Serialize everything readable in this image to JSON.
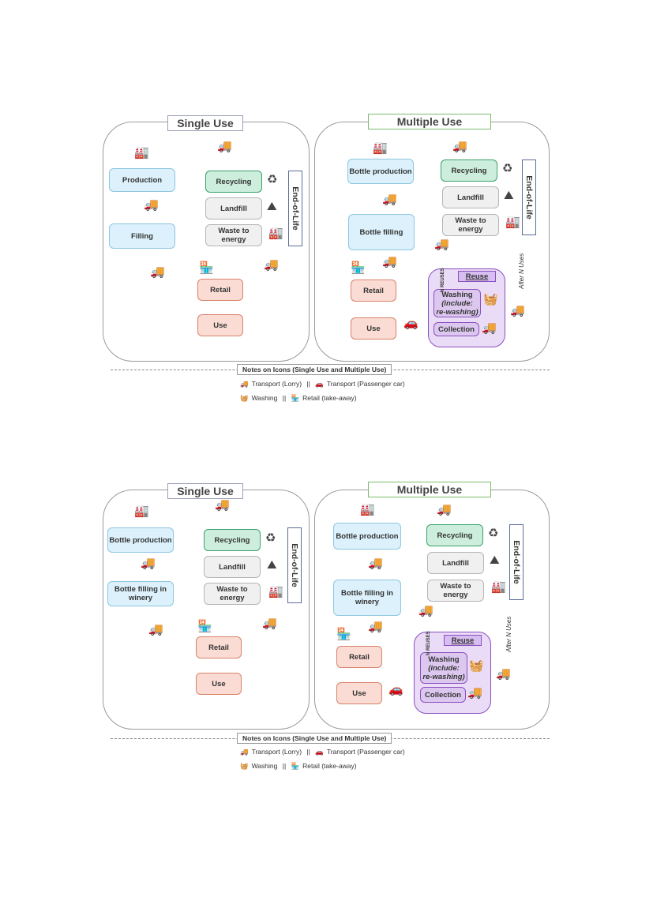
{
  "diagram_a": {
    "single_title": "Single Use",
    "multiple_title": "Multiple Use",
    "single": {
      "production": "Production",
      "filling": "Filling",
      "recycling": "Recycling",
      "landfill": "Landfill",
      "waste_to_energy": "Waste to energy",
      "end_of_life": "End-of-Life",
      "retail": "Retail",
      "use": "Use"
    },
    "multiple": {
      "bottle_production": "Bottle production",
      "bottle_filling": "Bottle filling",
      "recycling": "Recycling",
      "landfill": "Landfill",
      "waste_to_energy": "Waste to energy",
      "end_of_life": "End-of-Life",
      "retail": "Retail",
      "use": "Use",
      "reuse": "Reuse",
      "washing": "Washing",
      "washing_note_1": "(include:",
      "washing_note_2": "re-washing)",
      "collection": "Collection",
      "n_reuses": "N REUSES",
      "after_n_uses": "After N Uses"
    }
  },
  "diagram_b": {
    "single_title": "Single Use",
    "multiple_title": "Multiple Use",
    "single": {
      "bottle_production": "Bottle production",
      "bottle_filling": "Bottle filling in winery",
      "recycling": "Recycling",
      "landfill": "Landfill",
      "waste_to_energy": "Waste to energy",
      "end_of_life": "End-of-Life",
      "retail": "Retail",
      "use": "Use"
    },
    "multiple": {
      "bottle_production": "Bottle production",
      "bottle_filling": "Bottle filling in winery",
      "recycling": "Recycling",
      "landfill": "Landfill",
      "waste_to_energy": "Waste to energy",
      "end_of_life": "End-of-Life",
      "retail": "Retail",
      "use": "Use",
      "reuse": "Reuse",
      "washing": "Washing",
      "washing_note_1": "(include:",
      "washing_note_2": "re-washing)",
      "collection": "Collection",
      "n_reuses": "N REUSES",
      "after_n_uses": "After N Uses"
    }
  },
  "legend": {
    "title": "Notes on Icons (Single Use and Multiple Use)",
    "transport_lorry": "Transport (Lorry)",
    "separator": "||",
    "transport_car": "Transport (Passenger car)",
    "washing": "Washing",
    "retail": "Retail (take-away)"
  },
  "icons": {
    "factory": "factory-icon",
    "lorry": "lorry-icon",
    "recycle": "recycle-icon",
    "landfill": "landfill-icon",
    "waste_plant": "waste-plant-icon",
    "shop": "shop-icon",
    "car": "car-icon",
    "washer": "washing-machine-icon"
  },
  "colors": {
    "blue": "#dcf1fb",
    "green": "#cdeedd",
    "gray": "#f0f0f0",
    "pink": "#fadcd4",
    "purple": "#dcc8ef"
  }
}
